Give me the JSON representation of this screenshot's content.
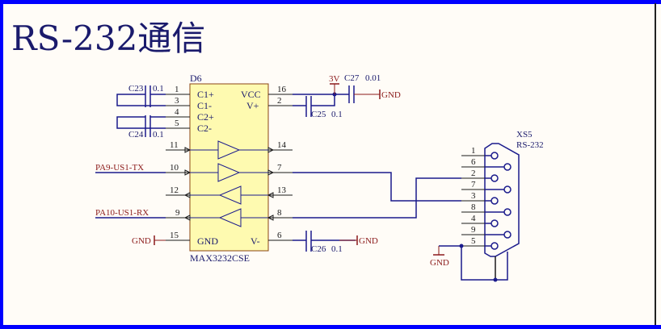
{
  "title": "RS-232通信",
  "colors": {
    "border": "#0000ff",
    "background": "#fffcf7",
    "wire": "#1a1a8c",
    "pin": "#1a1a1a",
    "net_label": "#8b1a1a",
    "chip_fill": "#fefab0",
    "chip_stroke": "#8b4513",
    "text": "#1a1a6c",
    "title": "#1a1a6c"
  },
  "chip": {
    "designator": "D6",
    "part": "MAX3232CSE",
    "left_pins": [
      {
        "num": "1",
        "name": "C1+"
      },
      {
        "num": "3",
        "name": "C1-"
      },
      {
        "num": "4",
        "name": "C2+"
      },
      {
        "num": "5",
        "name": "C2-"
      },
      {
        "num": "11",
        "name": ""
      },
      {
        "num": "10",
        "name": ""
      },
      {
        "num": "12",
        "name": ""
      },
      {
        "num": "9",
        "name": ""
      },
      {
        "num": "15",
        "name": "GND"
      }
    ],
    "right_pins": [
      {
        "num": "16",
        "name": "VCC"
      },
      {
        "num": "2",
        "name": "V+"
      },
      {
        "num": "14",
        "name": ""
      },
      {
        "num": "7",
        "name": ""
      },
      {
        "num": "13",
        "name": ""
      },
      {
        "num": "8",
        "name": ""
      },
      {
        "num": "6",
        "name": "V-"
      }
    ]
  },
  "capacitors": [
    {
      "ref": "C23",
      "value": "0.1"
    },
    {
      "ref": "C24",
      "value": "0.1"
    },
    {
      "ref": "C25",
      "value": "0.1"
    },
    {
      "ref": "C26",
      "value": "0.1"
    },
    {
      "ref": "C27",
      "value": "0.01"
    }
  ],
  "nets": {
    "power": "3V",
    "gnd": "GND",
    "tx": "PA9-US1-TX",
    "rx": "PA10-US1-RX"
  },
  "connector": {
    "designator": "XS5",
    "type": "RS-232",
    "pins": [
      "1",
      "6",
      "2",
      "7",
      "3",
      "8",
      "4",
      "9",
      "5"
    ]
  }
}
